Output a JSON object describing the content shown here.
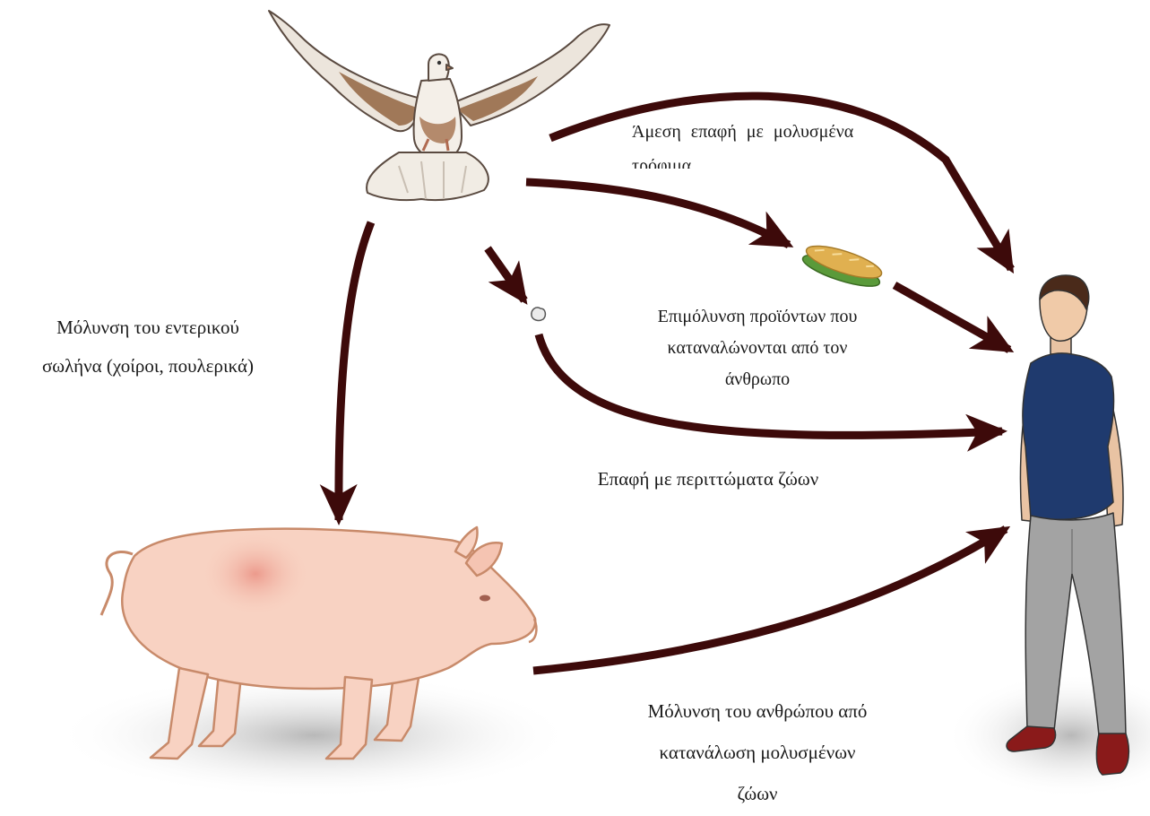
{
  "labels": {
    "direct_contact": [
      "Άμεση επαφή με μολυσμένα",
      "τρόφιμα"
    ],
    "product_contamination": [
      "Επιμόλυνση προϊόντων που",
      "καταναλώνονται από τον",
      "άνθρωπο"
    ],
    "feces_contact": "Επαφή με περιττώματα ζώων",
    "intestinal_infection": [
      "Μόλυνση του εντερικού",
      "σωλήνα (χοίροι, πουλερικά)"
    ],
    "human_infection": [
      "Μόλυνση του ανθρώπου από",
      "κατανάλωση μολυσμένων",
      "ζώων"
    ]
  },
  "nodes": [
    "bird",
    "pig",
    "human",
    "food-sandwich",
    "animal-droppings"
  ],
  "colors": {
    "arrow": "#3d0a0a",
    "pig_skin": "#f8d2c2",
    "pig_outline": "#c88a6a",
    "shirt": "#1f3a6e",
    "trousers": "#a3a3a3",
    "shoes": "#8a1a1a",
    "bread": "#e0b050",
    "lettuce": "#5a9a3a"
  }
}
